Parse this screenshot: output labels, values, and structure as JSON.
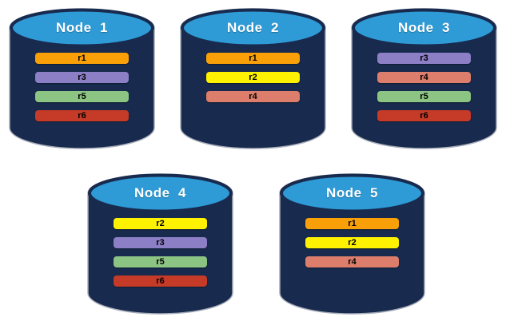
{
  "colors": {
    "cylinder_body": "#182A4D",
    "cylinder_top": "#2E9AD6",
    "cylinder_edge": "#A8AEBA",
    "replicas": {
      "r1": "#F9A008",
      "r2": "#FEF200",
      "r3": "#8C7FC6",
      "r4": "#DC7E6B",
      "r5": "#8CC583",
      "r6": "#C63A28"
    }
  },
  "nodes": [
    {
      "label": "Node  1",
      "replicas": [
        "r1",
        "r3",
        "r5",
        "r6"
      ]
    },
    {
      "label": "Node  2",
      "replicas": [
        "r1",
        "r2",
        "r4"
      ]
    },
    {
      "label": "Node  3",
      "replicas": [
        "r3",
        "r4",
        "r5",
        "r6"
      ]
    },
    {
      "label": "Node  4",
      "replicas": [
        "r2",
        "r3",
        "r5",
        "r6"
      ]
    },
    {
      "label": "Node  5",
      "replicas": [
        "r1",
        "r2",
        "r4"
      ]
    }
  ]
}
